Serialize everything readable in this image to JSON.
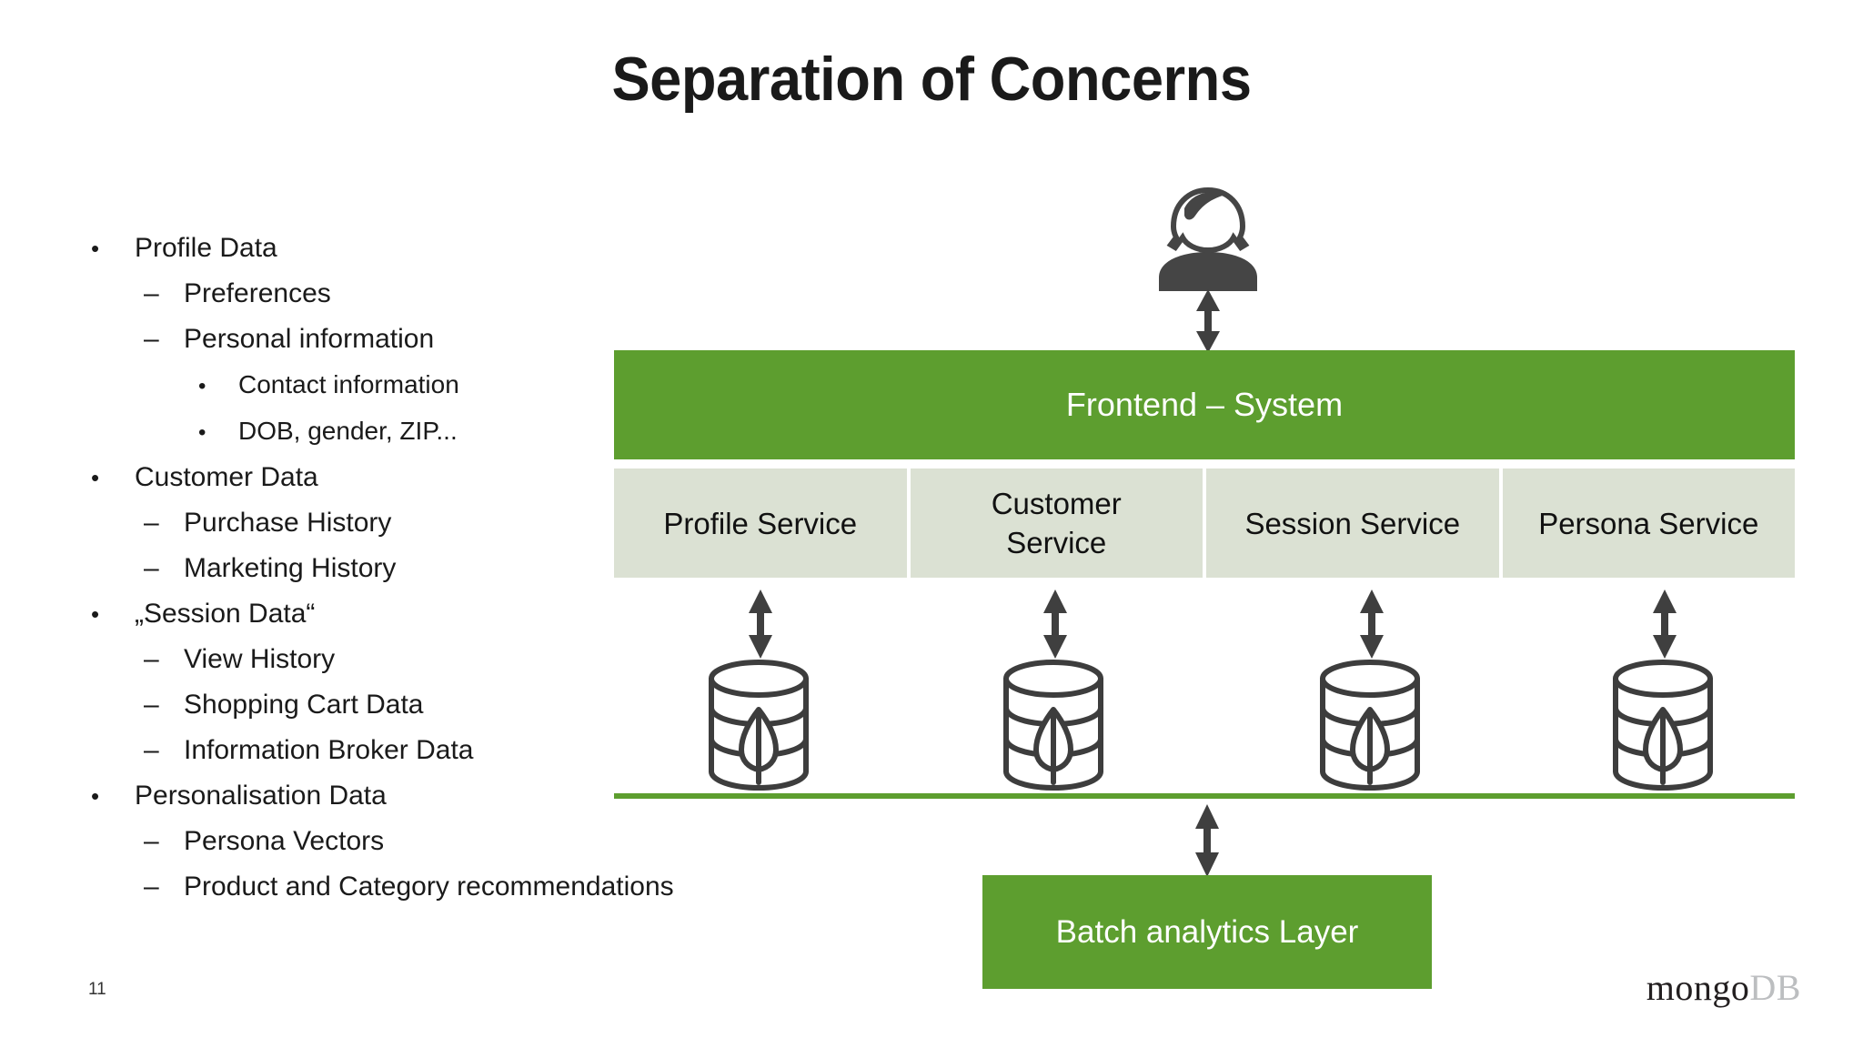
{
  "slide": {
    "title": "Separation of Concerns",
    "page_number": "11",
    "logo": {
      "part1": "mongo",
      "part2": "DB"
    },
    "accent_green": "#5d9e2f",
    "service_box_color": "#dbe1d3",
    "icon_gray": "#404040"
  },
  "bullets": [
    {
      "level": 1,
      "marker": "•",
      "text": "Profile Data"
    },
    {
      "level": 2,
      "marker": "–",
      "text": "Preferences"
    },
    {
      "level": 2,
      "marker": "–",
      "text": "Personal information"
    },
    {
      "level": 3,
      "marker": "•",
      "text": "Contact information"
    },
    {
      "level": 3,
      "marker": "•",
      "text": "DOB, gender, ZIP..."
    },
    {
      "level": 1,
      "marker": "•",
      "text": "Customer Data"
    },
    {
      "level": 2,
      "marker": "–",
      "text": "Purchase History"
    },
    {
      "level": 2,
      "marker": "–",
      "text": "Marketing History"
    },
    {
      "level": 1,
      "marker": "•",
      "text": "„Session Data“"
    },
    {
      "level": 2,
      "marker": "–",
      "text": "View History"
    },
    {
      "level": 2,
      "marker": "–",
      "text": "Shopping Cart Data"
    },
    {
      "level": 2,
      "marker": "–",
      "text": "Information Broker Data"
    },
    {
      "level": 1,
      "marker": "•",
      "text": "Personalisation Data"
    },
    {
      "level": 2,
      "marker": "–",
      "text": "Persona Vectors"
    },
    {
      "level": 2,
      "marker": "–",
      "text": "Product and Category recommendations"
    }
  ],
  "diagram": {
    "user_icon": "user-person-icon",
    "frontend": {
      "label": "Frontend – System"
    },
    "services": [
      {
        "label": "Profile Service",
        "database": "mongodb-database-icon"
      },
      {
        "label": "Customer\nService",
        "database": "mongodb-database-icon"
      },
      {
        "label": "Session Service",
        "database": "mongodb-database-icon"
      },
      {
        "label": "Persona Service",
        "database": "mongodb-database-icon"
      }
    ],
    "batch": {
      "label": "Batch analytics Layer"
    },
    "arrows": [
      {
        "name": "arrow-user-to-frontend"
      },
      {
        "name": "arrow-profile-service-to-db"
      },
      {
        "name": "arrow-customer-service-to-db"
      },
      {
        "name": "arrow-session-service-to-db"
      },
      {
        "name": "arrow-persona-service-to-db"
      },
      {
        "name": "arrow-datalayer-to-batch"
      }
    ]
  }
}
